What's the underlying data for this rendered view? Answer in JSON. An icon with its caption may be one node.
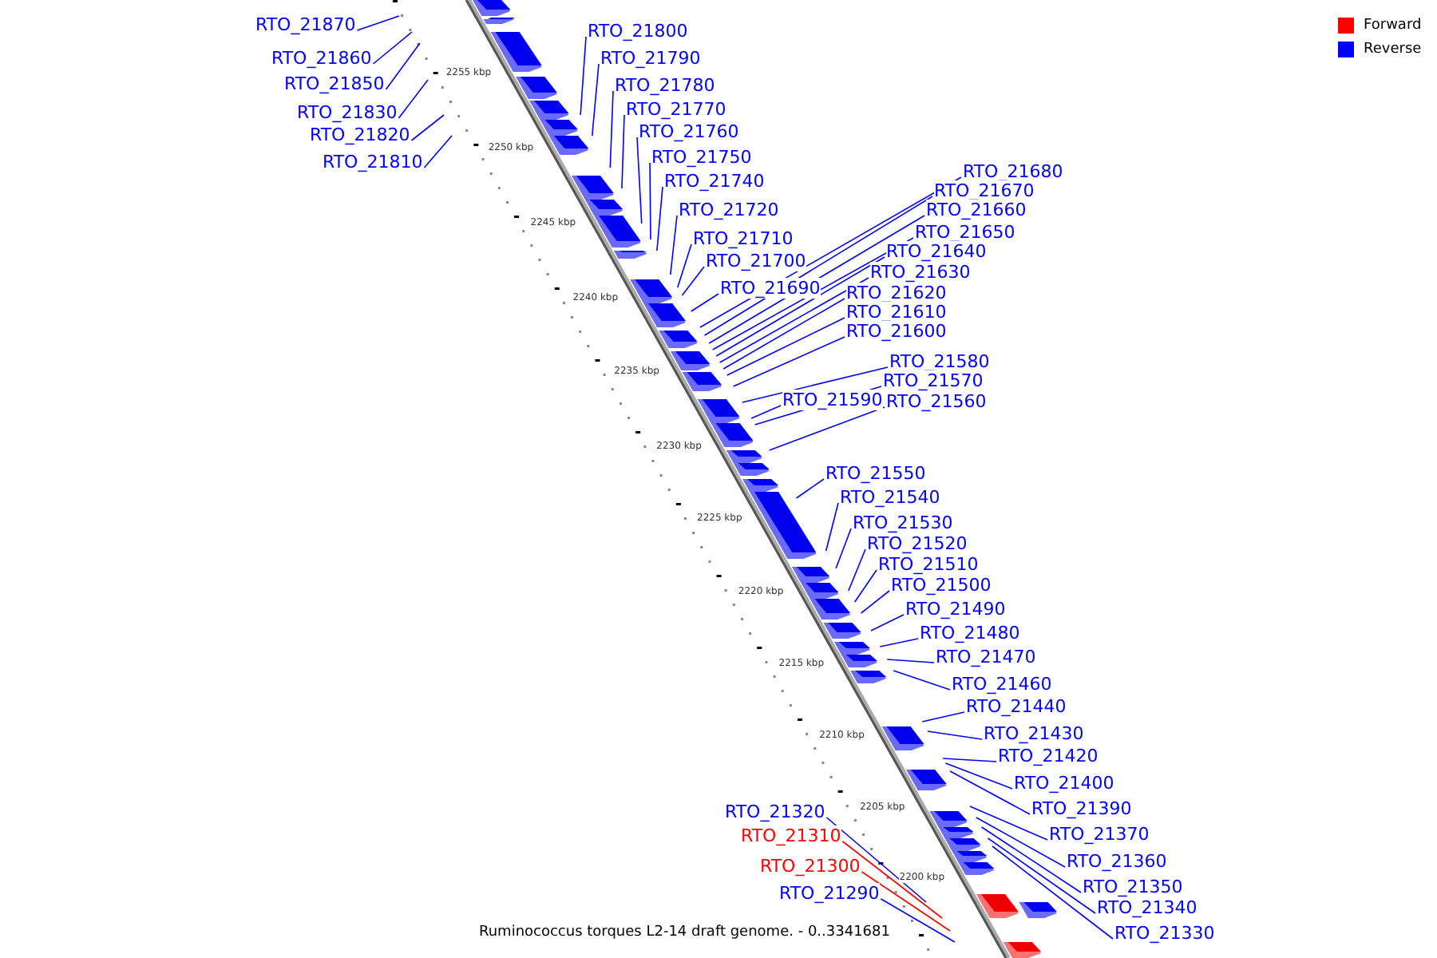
{
  "diagram": {
    "caption": "Ruminococcus torques L2-14 draft genome. - 0..3341681",
    "nodes": [
      {
        "text": [
          "RTO_21870"
        ]
      },
      {
        "text": [
          "RTO_21800"
        ]
      },
      {
        "text": [
          "RTO_21860"
        ]
      },
      {
        "text": [
          "RTO_21790"
        ]
      },
      {
        "text": [
          "RTO_21850"
        ]
      },
      {
        "text": [
          "RTO_21780"
        ]
      },
      {
        "text": [
          "RTO_21770"
        ]
      },
      {
        "text": [
          "RTO_21830"
        ]
      },
      {
        "text": [
          "RTO_21760"
        ]
      },
      {
        "text": [
          "RTO_21820"
        ]
      },
      {
        "text": [
          "RTO_21750"
        ]
      },
      {
        "text": [
          "RTO_21810"
        ]
      },
      {
        "text": [
          "RTO_21680"
        ]
      },
      {
        "text": [
          "RTO_21740"
        ]
      },
      {
        "text": [
          "RTO_21670"
        ]
      },
      {
        "text": [
          "RTO_21720"
        ]
      },
      {
        "text": [
          "RTO_21660"
        ]
      },
      {
        "text": [
          "RTO_21650"
        ]
      },
      {
        "text": [
          "RTO_21710"
        ]
      },
      {
        "text": [
          "RTO_21640"
        ]
      },
      {
        "text": [
          "RTO_21700"
        ]
      },
      {
        "text": [
          "RTO_21630"
        ]
      },
      {
        "text": [
          "RTO_21690"
        ]
      },
      {
        "text": [
          "RTO_21620"
        ]
      },
      {
        "text": [
          "RTO_21610"
        ]
      },
      {
        "text": [
          "RTO_21600"
        ]
      },
      {
        "text": [
          "RTO_21580"
        ]
      },
      {
        "text": [
          "RTO_21570"
        ]
      },
      {
        "text": [
          "RTO_21590"
        ]
      },
      {
        "text": [
          "RTO_21560"
        ]
      },
      {
        "text": [
          "RTO_21550"
        ]
      },
      {
        "text": [
          "RTO_21540"
        ]
      },
      {
        "text": [
          "RTO_21530"
        ]
      },
      {
        "text": [
          "RTO_21520"
        ]
      },
      {
        "text": [
          "RTO_21510"
        ]
      },
      {
        "text": [
          "RTO_21500"
        ]
      },
      {
        "text": [
          "RTO_21490"
        ]
      },
      {
        "text": [
          "RTO_21480"
        ]
      },
      {
        "text": [
          "RTO_21470"
        ]
      },
      {
        "text": [
          "RTO_21460"
        ]
      },
      {
        "text": [
          "RTO_21440"
        ]
      },
      {
        "text": [
          "RTO_21430"
        ]
      },
      {
        "text": [
          "RTO_21420"
        ]
      },
      {
        "text": [
          "RTO_21400"
        ]
      },
      {
        "text": [
          "RTO_21390"
        ]
      },
      {
        "text": [
          "RTO_21320"
        ]
      },
      {
        "text": [
          "RTO_21370"
        ]
      },
      {
        "text": [
          "RTO_21310"
        ]
      },
      {
        "text": [
          "RTO_21360"
        ]
      },
      {
        "text": [
          "RTO_21300"
        ]
      },
      {
        "text": [
          "RTO_21350"
        ]
      },
      {
        "text": [
          "RTO_21290"
        ]
      },
      {
        "text": [
          "RTO_21340"
        ]
      },
      {
        "text": [
          "RTO_21330"
        ]
      }
    ],
    "edges": [
      {
        "from": 0,
        "to": null,
        "arrow": "none"
      },
      {
        "from": 1,
        "to": null,
        "arrow": "none"
      },
      {
        "from": 2,
        "to": null,
        "arrow": "none"
      },
      {
        "from": 3,
        "to": null,
        "arrow": "none"
      },
      {
        "from": 4,
        "to": null,
        "arrow": "none"
      },
      {
        "from": 5,
        "to": null,
        "arrow": "none"
      },
      {
        "from": 6,
        "to": null,
        "arrow": "none"
      },
      {
        "from": 7,
        "to": null,
        "arrow": "none"
      },
      {
        "from": 8,
        "to": null,
        "arrow": "none"
      },
      {
        "from": 9,
        "to": null,
        "arrow": "none"
      },
      {
        "from": 10,
        "to": null,
        "arrow": "none"
      },
      {
        "from": 11,
        "to": null,
        "arrow": "none"
      },
      {
        "from": 12,
        "to": null,
        "arrow": "none"
      },
      {
        "from": 13,
        "to": null,
        "arrow": "none"
      },
      {
        "from": 14,
        "to": null,
        "arrow": "none"
      },
      {
        "from": 15,
        "to": null,
        "arrow": "none"
      },
      {
        "from": 16,
        "to": null,
        "arrow": "none"
      },
      {
        "from": 17,
        "to": null,
        "arrow": "none"
      },
      {
        "from": 18,
        "to": null,
        "arrow": "none"
      },
      {
        "from": 19,
        "to": null,
        "arrow": "none"
      },
      {
        "from": 20,
        "to": null,
        "arrow": "none"
      },
      {
        "from": 21,
        "to": null,
        "arrow": "none"
      },
      {
        "from": 22,
        "to": null,
        "arrow": "none"
      },
      {
        "from": 23,
        "to": null,
        "arrow": "none"
      },
      {
        "from": 24,
        "to": null,
        "arrow": "none"
      },
      {
        "from": 25,
        "to": null,
        "arrow": "none"
      },
      {
        "from": 26,
        "to": null,
        "arrow": "none"
      },
      {
        "from": 27,
        "to": null,
        "arrow": "none"
      },
      {
        "from": 28,
        "to": null,
        "arrow": "none"
      },
      {
        "from": 29,
        "to": null,
        "arrow": "none"
      },
      {
        "from": 30,
        "to": null,
        "arrow": "none"
      },
      {
        "from": 31,
        "to": null,
        "arrow": "none"
      },
      {
        "from": 32,
        "to": null,
        "arrow": "none"
      },
      {
        "from": 33,
        "to": null,
        "arrow": "none"
      },
      {
        "from": 34,
        "to": null,
        "arrow": "none"
      },
      {
        "from": 35,
        "to": null,
        "arrow": "none"
      },
      {
        "from": 36,
        "to": null,
        "arrow": "none"
      },
      {
        "from": 37,
        "to": null,
        "arrow": "none"
      },
      {
        "from": 38,
        "to": null,
        "arrow": "none"
      },
      {
        "from": 39,
        "to": null,
        "arrow": "none"
      },
      {
        "from": 40,
        "to": null,
        "arrow": "none"
      },
      {
        "from": 41,
        "to": null,
        "arrow": "none"
      },
      {
        "from": 42,
        "to": null,
        "arrow": "none"
      },
      {
        "from": 43,
        "to": null,
        "arrow": "none"
      },
      {
        "from": 44,
        "to": null,
        "arrow": "none"
      },
      {
        "from": 45,
        "to": null,
        "arrow": "none"
      },
      {
        "from": 46,
        "to": null,
        "arrow": "none"
      },
      {
        "from": 47,
        "to": null,
        "arrow": "none",
        "color": "#ff0000"
      },
      {
        "from": 48,
        "to": null,
        "arrow": "none"
      },
      {
        "from": 49,
        "to": null,
        "arrow": "none",
        "color": "#ff0000"
      },
      {
        "from": 50,
        "to": null,
        "arrow": "none"
      },
      {
        "from": 51,
        "to": null,
        "arrow": "none"
      },
      {
        "from": 52,
        "to": null,
        "arrow": "none"
      },
      {
        "from": 53,
        "to": null,
        "arrow": "none"
      }
    ],
    "labels": [
      "2255 kbp",
      "2250 kbp",
      "2245 kbp",
      "2240 kbp",
      "2235 kbp",
      "2230 kbp",
      "2225 kbp",
      "2220 kbp",
      "2215 kbp",
      "2210 kbp",
      "2205 kbp",
      "2200 kbp"
    ],
    "legend": [
      {
        "text": "Forward",
        "color": "#ff0000"
      },
      {
        "text": "Reverse",
        "color": "#0000ff"
      }
    ]
  }
}
